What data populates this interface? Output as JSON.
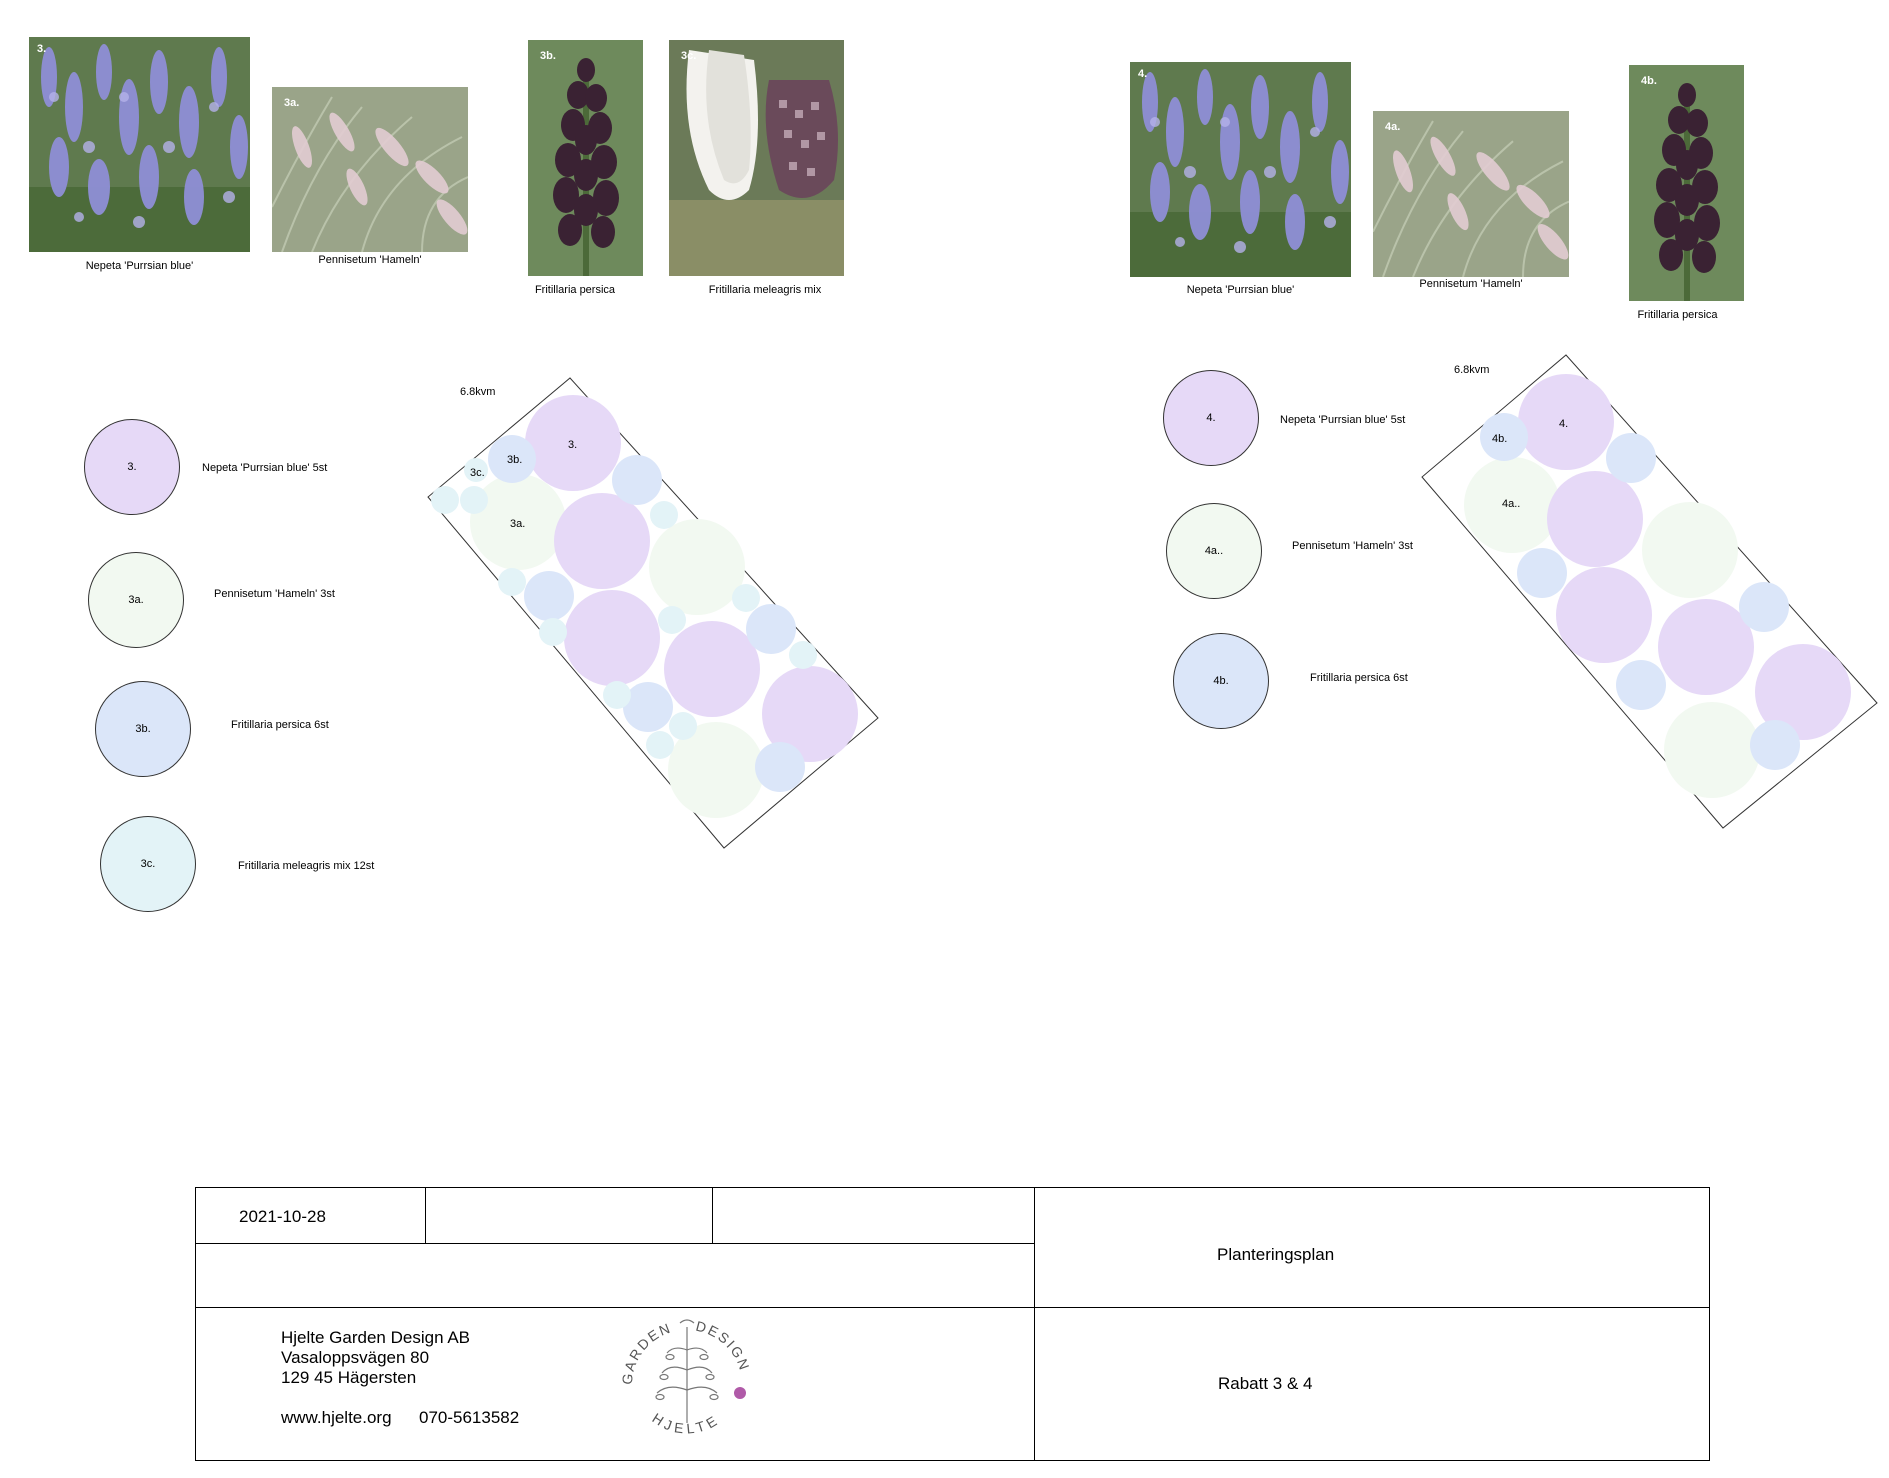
{
  "colors": {
    "nepeta": "#e6d9f7",
    "pennisetum": "#f2f9f1",
    "persica": "#dbe6f9",
    "meleagris": "#e3f3f7"
  },
  "photos": {
    "p3": {
      "tag": "3.",
      "caption": "Nepeta 'Purrsian blue'"
    },
    "p3a": {
      "tag": "3a.",
      "caption": "Pennisetum 'Hameln'"
    },
    "p3b": {
      "tag": "3b.",
      "caption": "Fritillaria persica"
    },
    "p3c": {
      "tag": "3c.",
      "caption": "Fritillaria meleagris mix"
    },
    "p4": {
      "tag": "4.",
      "caption": "Nepeta 'Purrsian blue'"
    },
    "p4a": {
      "tag": "4a.",
      "caption": "Pennisetum 'Hameln'"
    },
    "p4b": {
      "tag": "4b.",
      "caption": "Fritillaria persica"
    }
  },
  "legend3": [
    {
      "code": "3.",
      "label": "Nepeta 'Purrsian blue' 5st"
    },
    {
      "code": "3a.",
      "label": "Pennisetum 'Hameln' 3st"
    },
    {
      "code": "3b.",
      "label": "Fritillaria persica 6st"
    },
    {
      "code": "3c.",
      "label": "Fritillaria meleagris mix 12st"
    }
  ],
  "legend4": [
    {
      "code": "4.",
      "label": "Nepeta 'Purrsian blue' 5st"
    },
    {
      "code": "4a..",
      "label": "Pennisetum 'Hameln' 3st"
    },
    {
      "code": "4b.",
      "label": "Fritillaria persica 6st"
    }
  ],
  "bed3": {
    "area": "6.8kvm",
    "labels": {
      "nepeta": "3.",
      "persica": "3b.",
      "meleagris": "3c.",
      "pennisetum": "3a."
    }
  },
  "bed4": {
    "area": "6.8kvm",
    "labels": {
      "persica": "4b.",
      "nepeta": "4.",
      "pennisetum": "4a.."
    }
  },
  "title_block": {
    "date": "2021-10-28",
    "title": "Planteringsplan",
    "company": "Hjelte Garden Design AB",
    "street": "Vasaloppsvägen 80",
    "city": "129 45 Hägersten",
    "web": "www.hjelte.org",
    "phone": "070-5613582",
    "drawing_name": "Rabatt 3 & 4",
    "logo_text": {
      "top_left": "GARDEN",
      "top_right": "DESIGN",
      "bottom": "HJELTE"
    }
  }
}
